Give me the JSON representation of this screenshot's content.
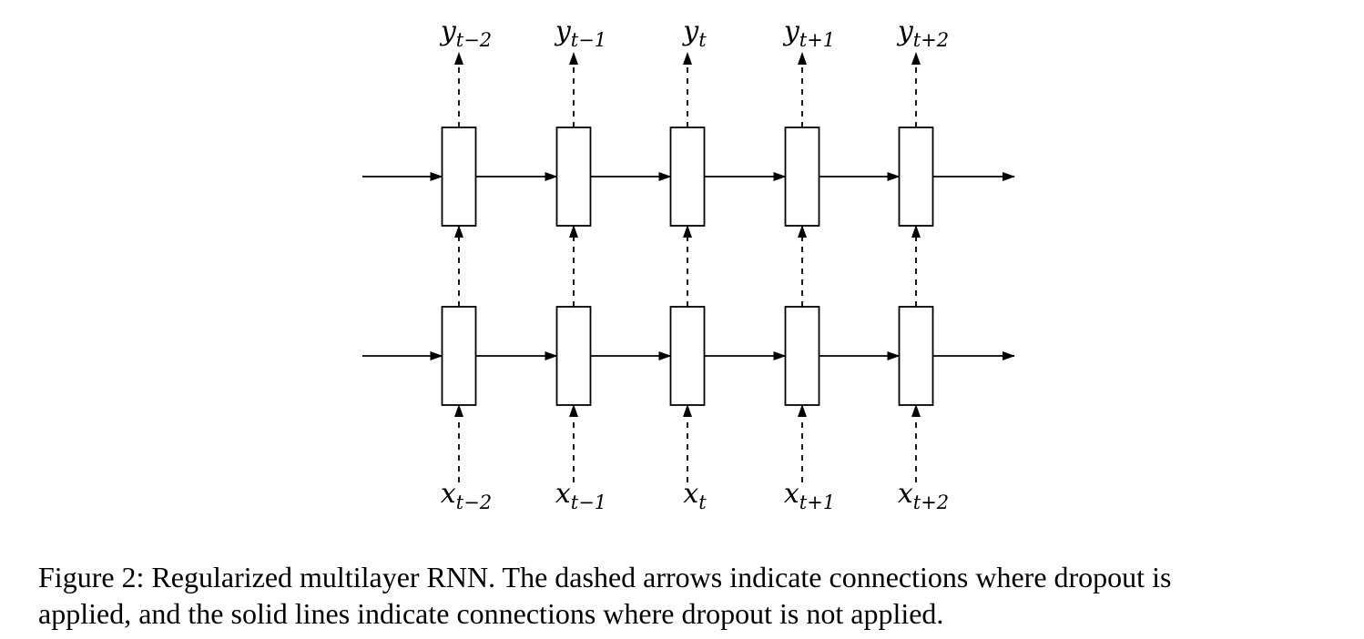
{
  "diagram": {
    "outputs": [
      {
        "base": "y",
        "sub": "t−2"
      },
      {
        "base": "y",
        "sub": "t−1"
      },
      {
        "base": "y",
        "sub": "t"
      },
      {
        "base": "y",
        "sub": "t+1"
      },
      {
        "base": "y",
        "sub": "t+2"
      }
    ],
    "inputs": [
      {
        "base": "x",
        "sub": "t−2"
      },
      {
        "base": "x",
        "sub": "t−1"
      },
      {
        "base": "x",
        "sub": "t"
      },
      {
        "base": "x",
        "sub": "t+1"
      },
      {
        "base": "x",
        "sub": "t+2"
      }
    ],
    "layers": 2
  },
  "caption": {
    "line1": "Figure 2: Regularized multilayer RNN. The dashed arrows indicate connections where dropout is",
    "line2": "applied, and the solid lines indicate connections where dropout is not applied."
  }
}
